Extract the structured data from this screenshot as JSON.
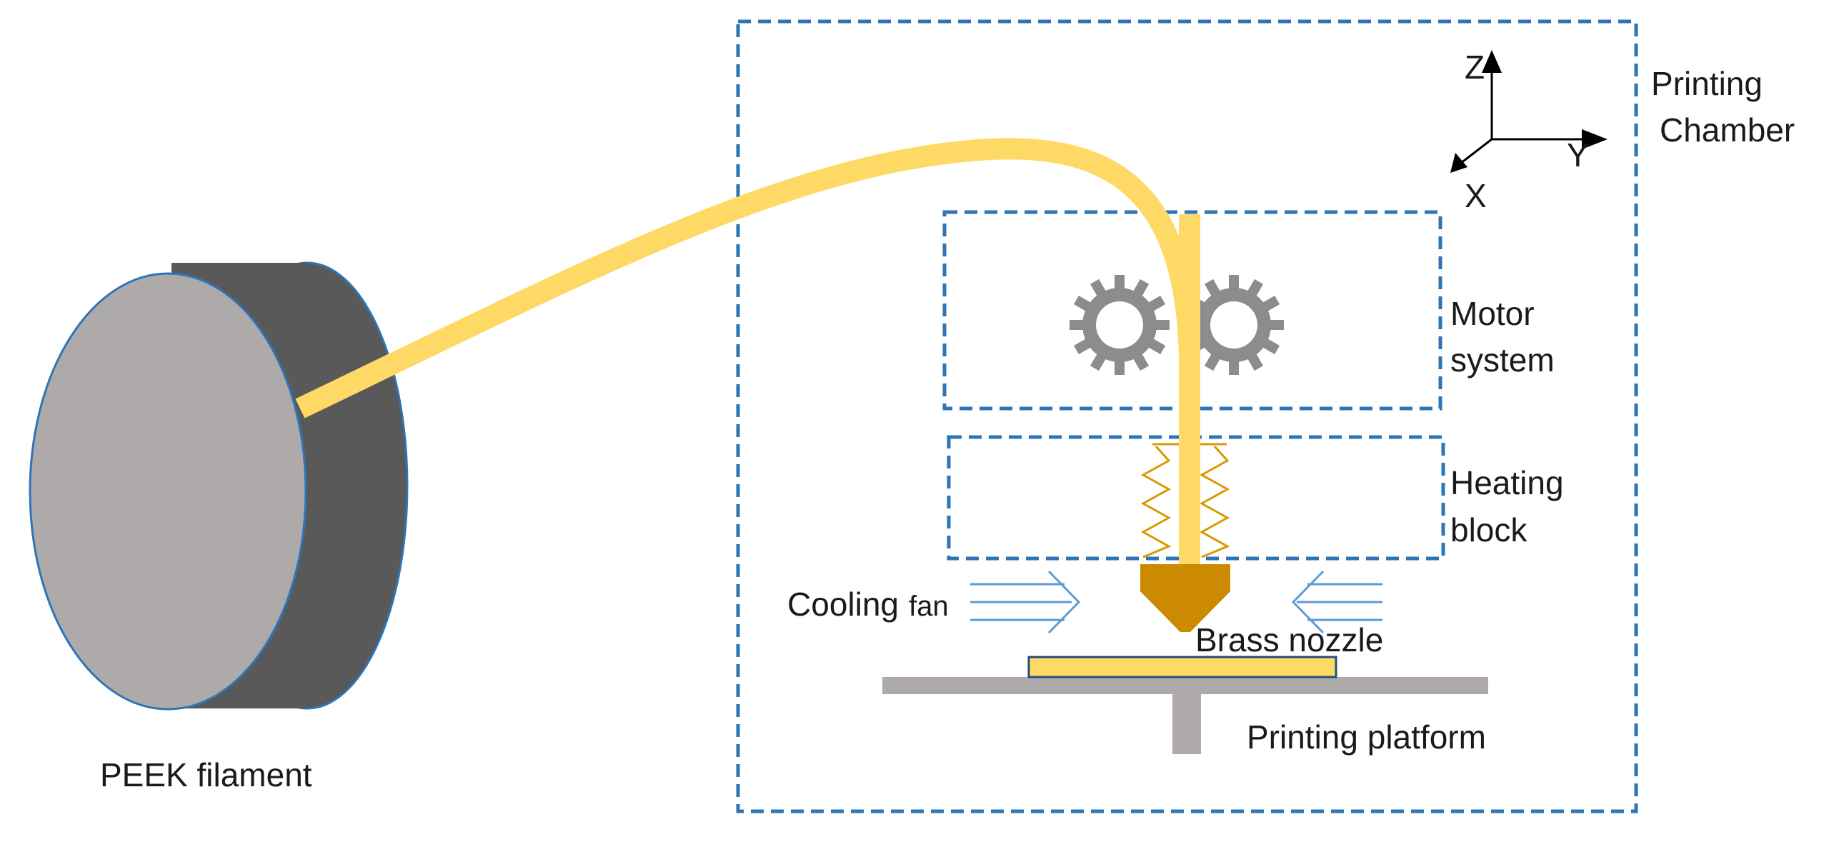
{
  "labels": {
    "printing_chamber": [
      "Printing",
      "Chamber"
    ],
    "motor_system": [
      "Motor",
      "system"
    ],
    "heating_block": [
      "Heating",
      "block"
    ],
    "cooling": "Cooling",
    "fan": "fan",
    "brass_nozzle": "Brass nozzle",
    "printing_platform": "Printing platform",
    "peek_filament": "PEEK filament"
  },
  "axes": {
    "z": "Z",
    "y": "Y",
    "x": "X"
  },
  "colors": {
    "filament": "#FFD966",
    "dashed_box": "#2E75B6",
    "spool_face": "#AEAAAA",
    "spool_back": "#595959",
    "gear": "#8C8C8C",
    "nozzle": "#CC8A00",
    "platform": "#AEAAAA",
    "air_flow": "#5B9BD5"
  }
}
